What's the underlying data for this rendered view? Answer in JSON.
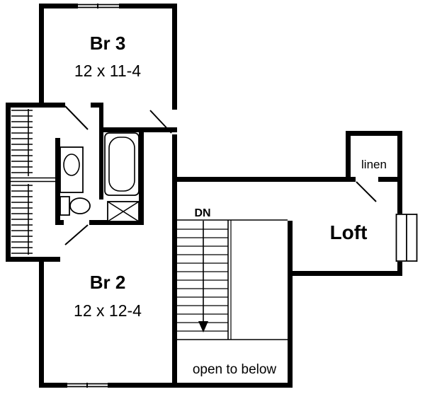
{
  "page": {
    "background": "#ffffff",
    "ink": "#000000"
  },
  "floor_plan": {
    "rooms": {
      "br3": {
        "label": "Br 3",
        "dimensions": "12 x 11-4"
      },
      "br2": {
        "label": "Br 2",
        "dimensions": "12 x 12-4"
      },
      "loft": {
        "label": "Loft"
      },
      "linen_closet": {
        "label": "linen"
      }
    },
    "stairs": {
      "direction_label": "DN"
    },
    "annotations": {
      "open_to_below": "open to below"
    }
  }
}
